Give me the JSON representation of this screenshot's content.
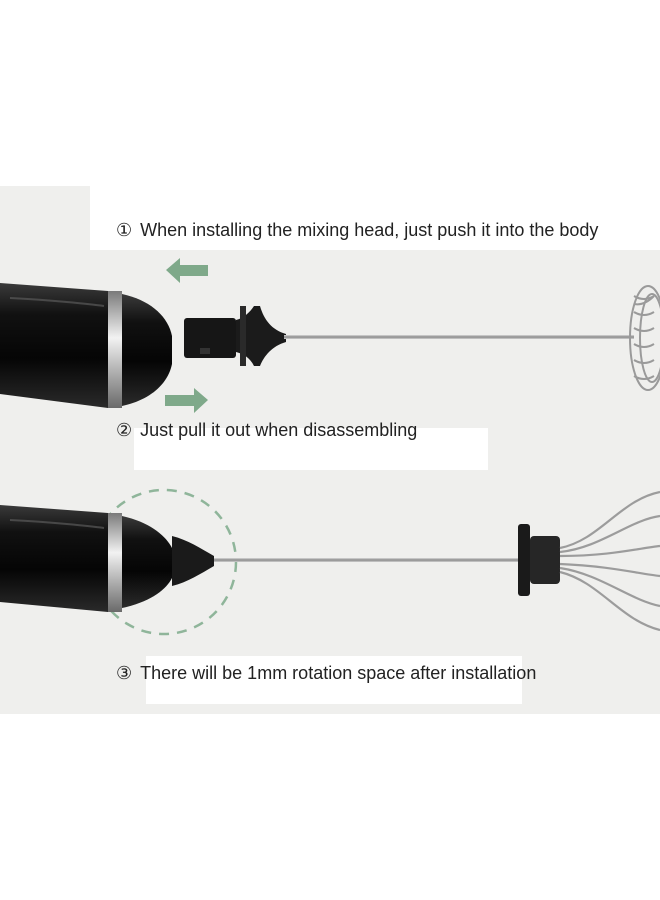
{
  "steps": [
    {
      "number": "①",
      "text": "When installing the mixing head, just push it into the body"
    },
    {
      "number": "②",
      "text": "Just pull it out when disassembling"
    },
    {
      "number": "③",
      "text": "There will be 1mm rotation space after installation"
    }
  ],
  "colors": {
    "panel": "#efefed",
    "arrow": "#7fa98a",
    "dashed_circle": "#8fb59a",
    "handle": "#0d0d0d",
    "chrome": "#c9c9c9",
    "rod": "#a9a9a9"
  },
  "icons": [
    "push-arrow-icon",
    "pull-arrow-icon",
    "highlight-circle-icon"
  ]
}
